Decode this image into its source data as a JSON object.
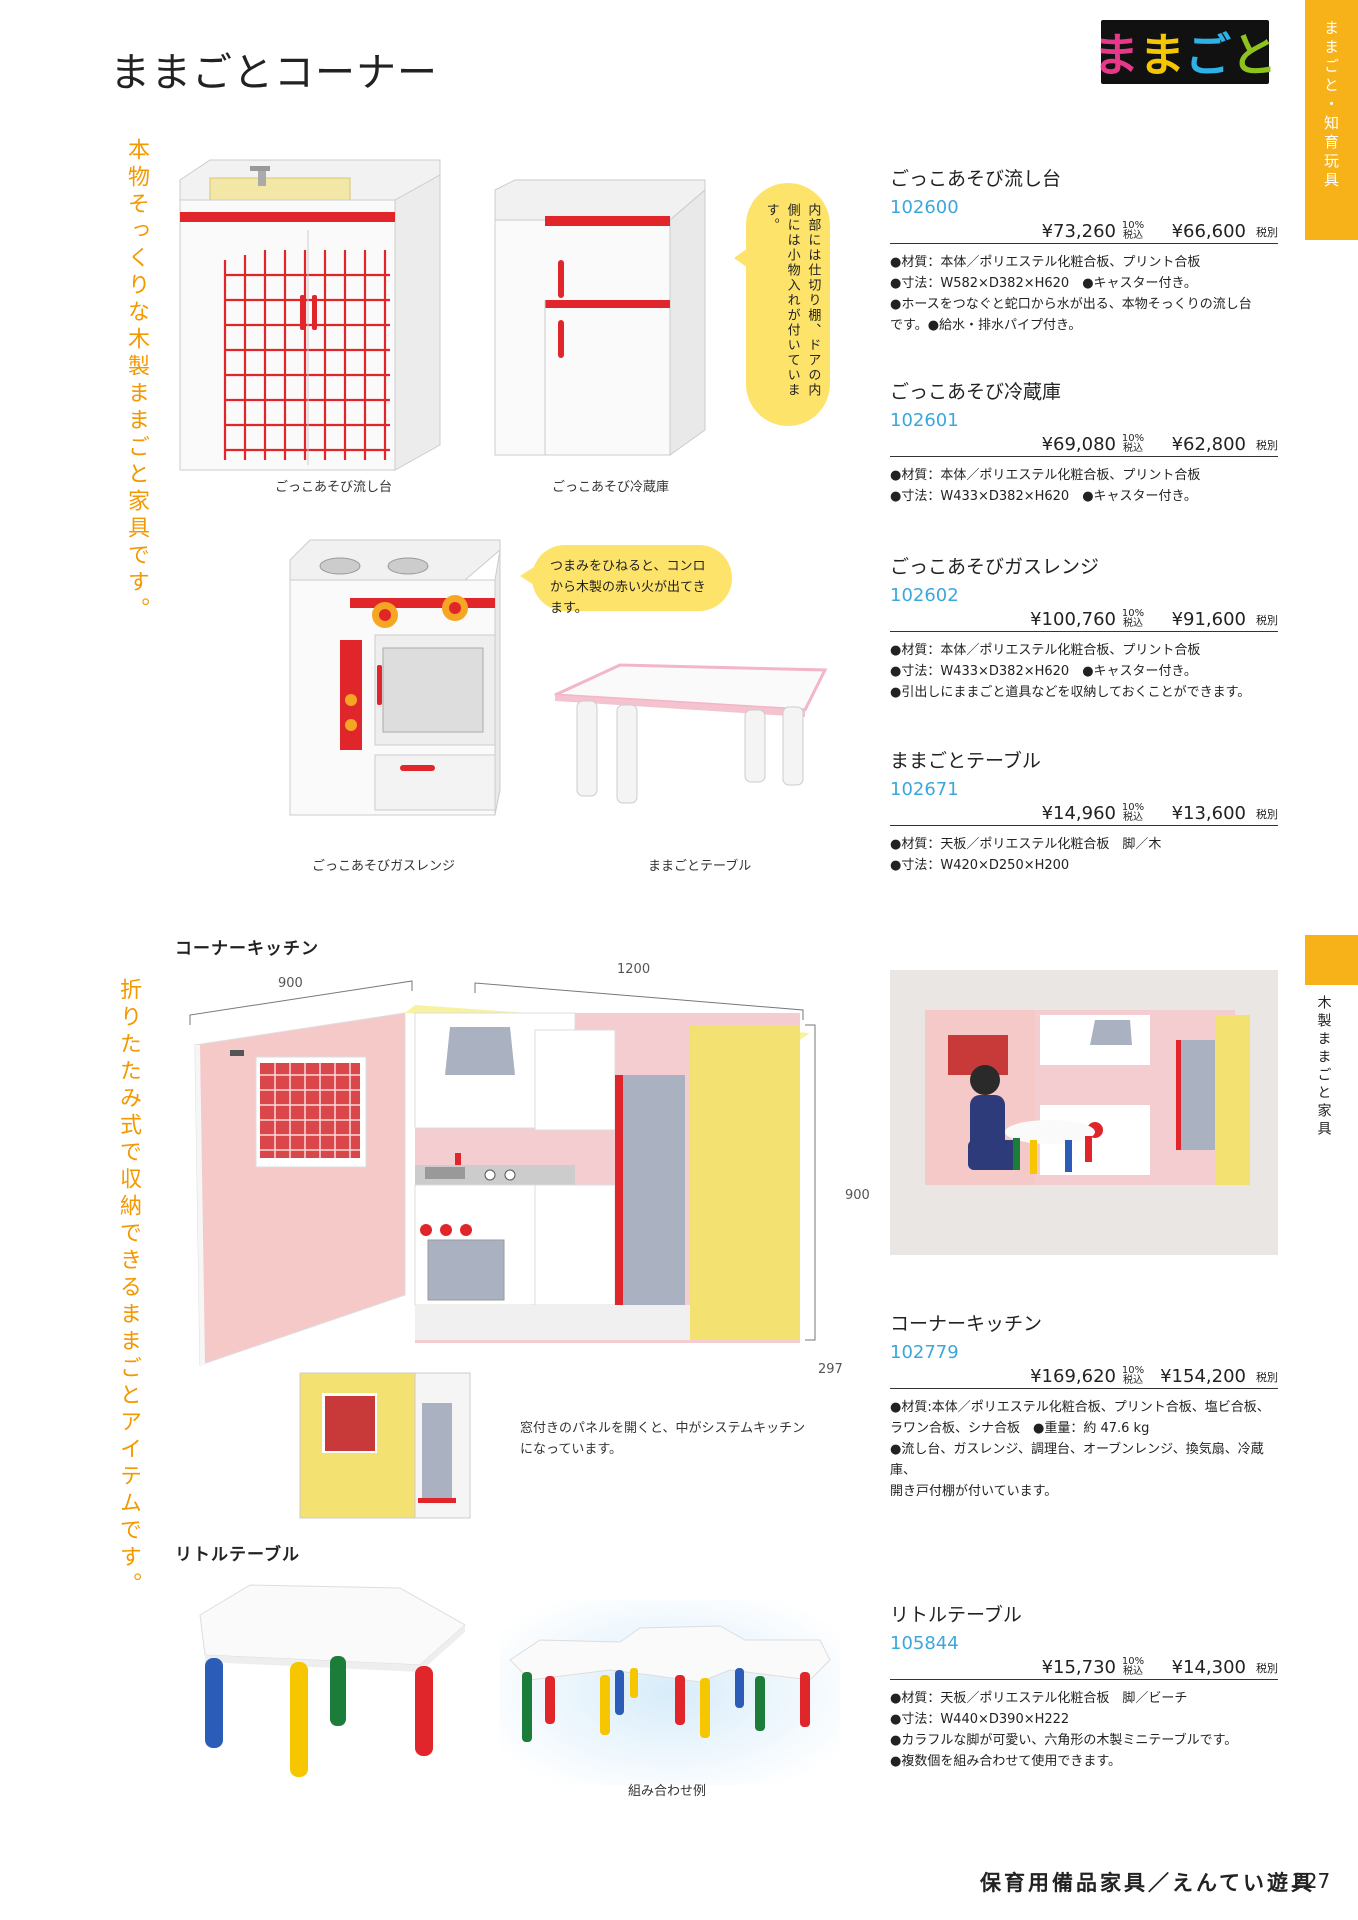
{
  "header": {
    "title": "ままごとコーナー",
    "logo_text": [
      "ま",
      "ま",
      "ご",
      "と"
    ],
    "logo_colors": [
      "#E8388A",
      "#F6C700",
      "#2DB1E6",
      "#8DC21F"
    ]
  },
  "side_tabs": {
    "top": "ままごと・知育玩具",
    "middle": "木製ままごと家具"
  },
  "taglines": {
    "first": "本物そっくりな木製ままごと家具です。",
    "second": "折りたたみ式で収納できるままごとアイテムです。"
  },
  "bubbles": {
    "fridge_note": "内部には仕切り棚、ドアの内側には小物入れが付いています。",
    "stove_note": "つまみをひねると、コンロから木製の赤い火が出てきます。"
  },
  "captions": {
    "sink": "ごっこあそび流し台",
    "fridge": "ごっこあそび冷蔵庫",
    "stove": "ごっこあそびガスレンジ",
    "table": "ままごとテーブル",
    "kitchen_note": "窓付きのパネルを開くと、中がシステムキッチンになっています。",
    "combination": "組み合わせ例"
  },
  "sections": {
    "corner_kitchen": "コーナーキッチン",
    "little_table": "リトルテーブル"
  },
  "dimensions": {
    "width_left": "900",
    "width_back": "1200",
    "height": "900",
    "depth": "297"
  },
  "tax_labels": {
    "incl_top": "10%",
    "incl_bottom": "税込",
    "excl": "税別"
  },
  "products": [
    {
      "name": "ごっこあそび流し台",
      "code": "102600",
      "price_incl": "¥73,260",
      "price_excl": "¥66,600",
      "desc": [
        "●材質：本体／ポリエステル化粧合板、プリント合板",
        "●寸法：W582×D382×H620　●キャスター付き。",
        "●ホースをつなぐと蛇口から水が出る、本物そっくりの流し台",
        "です。●給水・排水パイプ付き。"
      ]
    },
    {
      "name": "ごっこあそび冷蔵庫",
      "code": "102601",
      "price_incl": "¥69,080",
      "price_excl": "¥62,800",
      "desc": [
        "●材質：本体／ポリエステル化粧合板、プリント合板",
        "●寸法：W433×D382×H620　●キャスター付き。"
      ]
    },
    {
      "name": "ごっこあそびガスレンジ",
      "code": "102602",
      "price_incl": "¥100,760",
      "price_excl": "¥91,600",
      "desc": [
        "●材質：本体／ポリエステル化粧合板、プリント合板",
        "●寸法：W433×D382×H620　●キャスター付き。",
        "●引出しにままごと道具などを収納しておくことができます。"
      ]
    },
    {
      "name": "ままごとテーブル",
      "code": "102671",
      "price_incl": "¥14,960",
      "price_excl": "¥13,600",
      "desc": [
        "●材質：天板／ポリエステル化粧合板　脚／木",
        "●寸法：W420×D250×H200"
      ]
    },
    {
      "name": "コーナーキッチン",
      "code": "102779",
      "price_incl": "¥169,620",
      "price_excl": "¥154,200",
      "desc": [
        "●材質:本体／ポリエステル化粧合板、プリント合板、塩ビ合板、",
        "ラワン合板、シナ合板　●重量：約 47.6 kg",
        "●流し台、ガスレンジ、調理台、オーブンレンジ、換気扇、冷蔵庫、",
        "開き戸付棚が付いています。"
      ]
    },
    {
      "name": "リトルテーブル",
      "code": "105844",
      "price_incl": "¥15,730",
      "price_excl": "¥14,300",
      "desc": [
        "●材質：天板／ポリエステル化粧合板　脚／ビーチ",
        "●寸法：W440×D390×H222",
        "●カラフルな脚が可愛い、六角形の木製ミニテーブルです。",
        "●複数個を組み合わせて使用できます。"
      ]
    }
  ],
  "footer": {
    "text": "保育用備品家具／えんてい遊具",
    "page_number": "227"
  }
}
